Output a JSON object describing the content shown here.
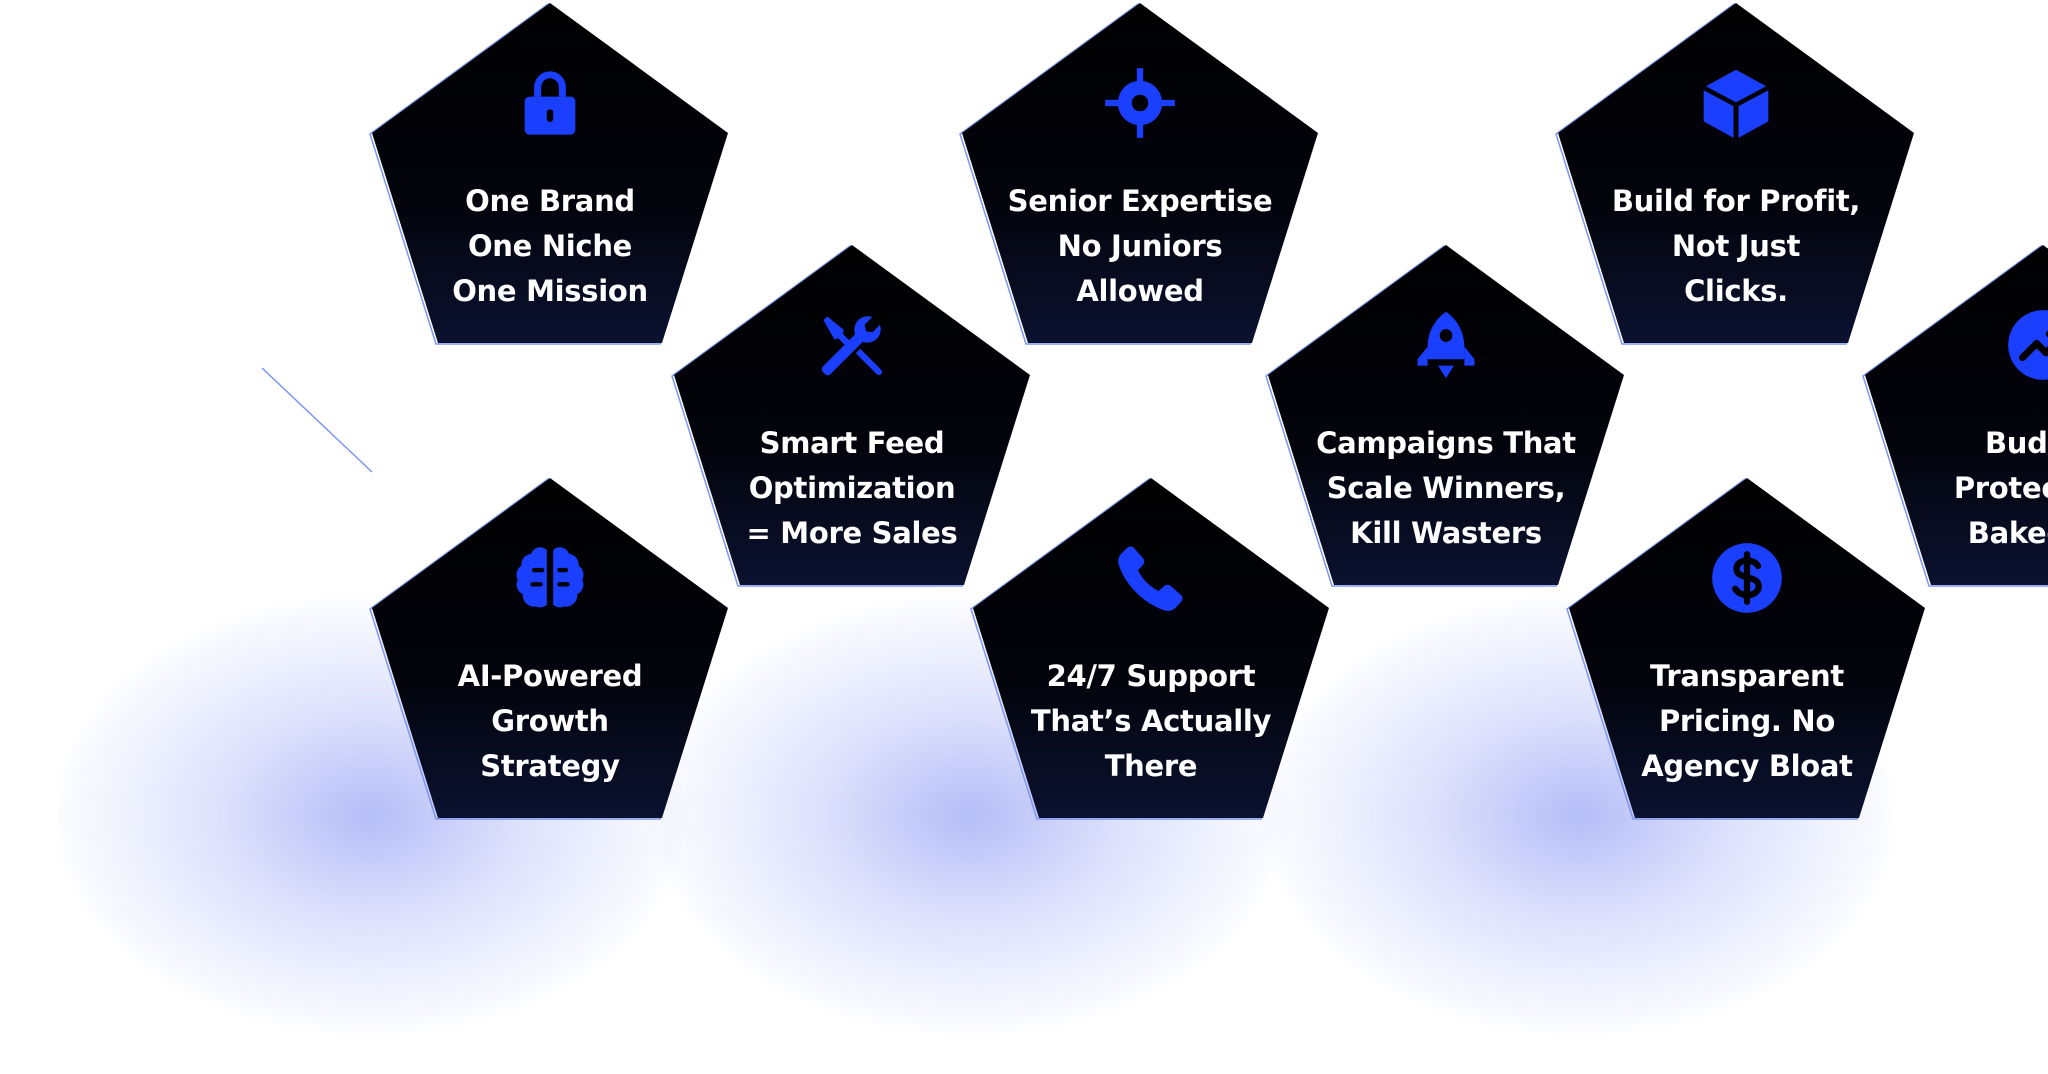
{
  "accent_color": "#1a3fff",
  "card_color": "#000000",
  "outline_color": "#7c96f0",
  "cards": [
    {
      "icon": "lock-icon",
      "lines": [
        "One Brand",
        "One Niche",
        "One Mission"
      ]
    },
    {
      "icon": "crosshair-icon",
      "lines": [
        "Senior Expertise",
        "No Juniors",
        "Allowed"
      ]
    },
    {
      "icon": "cube-icon",
      "lines": [
        "Build for Profit,",
        "Not Just",
        "Clicks."
      ]
    },
    {
      "icon": "tools-icon",
      "lines": [
        "Smart Feed",
        "Optimization",
        "= More Sales"
      ]
    },
    {
      "icon": "rocket-icon",
      "lines": [
        "Campaigns That",
        "Scale Winners,",
        "Kill Wasters"
      ]
    },
    {
      "icon": "trending-up-icon",
      "lines": [
        "Budget",
        "Protection,",
        "Baked In."
      ]
    },
    {
      "icon": "brain-icon",
      "lines": [
        "AI-Powered",
        "Growth",
        "Strategy"
      ]
    },
    {
      "icon": "phone-icon",
      "lines": [
        "24/7 Support",
        "That’s Actually",
        "There"
      ]
    },
    {
      "icon": "dollar-icon",
      "lines": [
        "Transparent",
        "Pricing. No",
        "Agency Bloat"
      ]
    }
  ]
}
